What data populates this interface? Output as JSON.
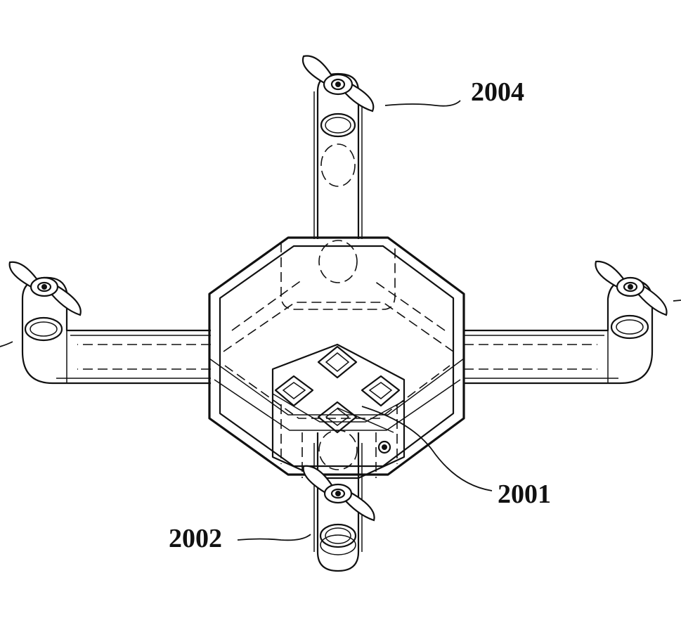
{
  "figure": {
    "labels": {
      "top_arm": "2004",
      "center_body": "2001",
      "bottom_arm": "2002"
    }
  }
}
